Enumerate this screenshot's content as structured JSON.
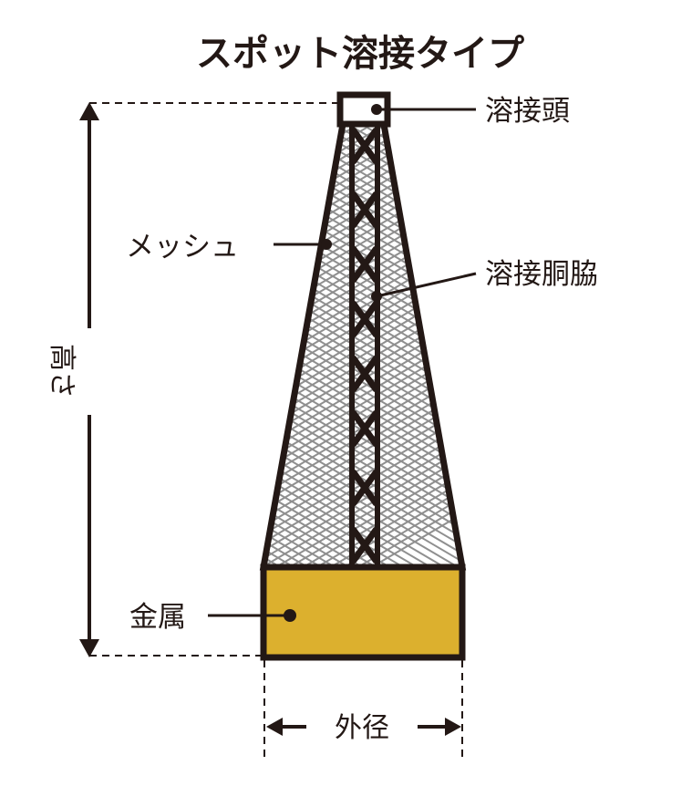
{
  "title": "スポット溶接タイプ",
  "labels": {
    "weld_head": "溶接頭",
    "mesh": "メッシュ",
    "weld_side": "溶接胴脇",
    "height": "高さ",
    "metal": "金属",
    "outer_diameter": "外径"
  },
  "colors": {
    "ink": "#231815",
    "metal_fill": "#dcb02e",
    "mesh_line": "#8f8f8f",
    "background": "#ffffff"
  }
}
